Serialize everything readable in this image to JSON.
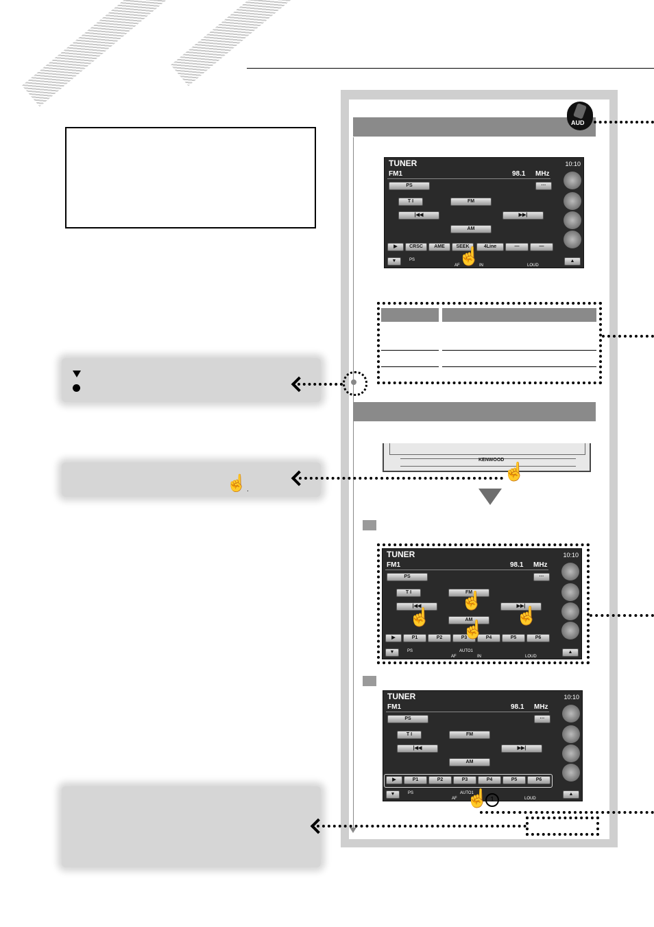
{
  "icons": {
    "remote": "remote-control-icon",
    "touch": "touch-hand-icon",
    "down": "triangle-down-icon",
    "bullet": "circle-bullet-icon"
  },
  "remote_label": "AUD",
  "note_symbol": ".",
  "screens": [
    {
      "title": "TUNER",
      "clock": "10:10",
      "band": "FM1",
      "freq": "98.1",
      "unit": "MHz",
      "ps_button": "PS",
      "ti_button": "T I",
      "fm_button": "FM",
      "am_button": "AM",
      "bottom_buttons": [
        "CRSC",
        "AME",
        "SEEK",
        "4Line",
        "—",
        "—"
      ],
      "status": [
        "PS",
        "AF",
        "IN",
        "LOUD"
      ]
    },
    {
      "title": "TUNER",
      "clock": "10:10",
      "band": "FM1",
      "freq": "98.1",
      "unit": "MHz",
      "ps_button": "PS",
      "ti_button": "T I",
      "fm_button": "FM",
      "am_button": "AM",
      "bottom_buttons": [
        "P1",
        "P2",
        "P3",
        "P4",
        "P5",
        "P6"
      ],
      "status": [
        "PS",
        "AUTO1",
        "AF",
        "IN",
        "LOUD"
      ]
    },
    {
      "title": "TUNER",
      "clock": "10:10",
      "band": "FM1",
      "freq": "98.1",
      "unit": "MHz",
      "ps_button": "PS",
      "ti_button": "T I",
      "fm_button": "FM",
      "am_button": "AM",
      "bottom_buttons": [
        "P1",
        "P2",
        "P3",
        "P4",
        "P5",
        "P6"
      ],
      "status": [
        "PS",
        "AUTO1",
        "AF",
        "IN",
        "LOUD"
      ]
    }
  ],
  "unit_face": {
    "brand": "KENWOOD"
  }
}
